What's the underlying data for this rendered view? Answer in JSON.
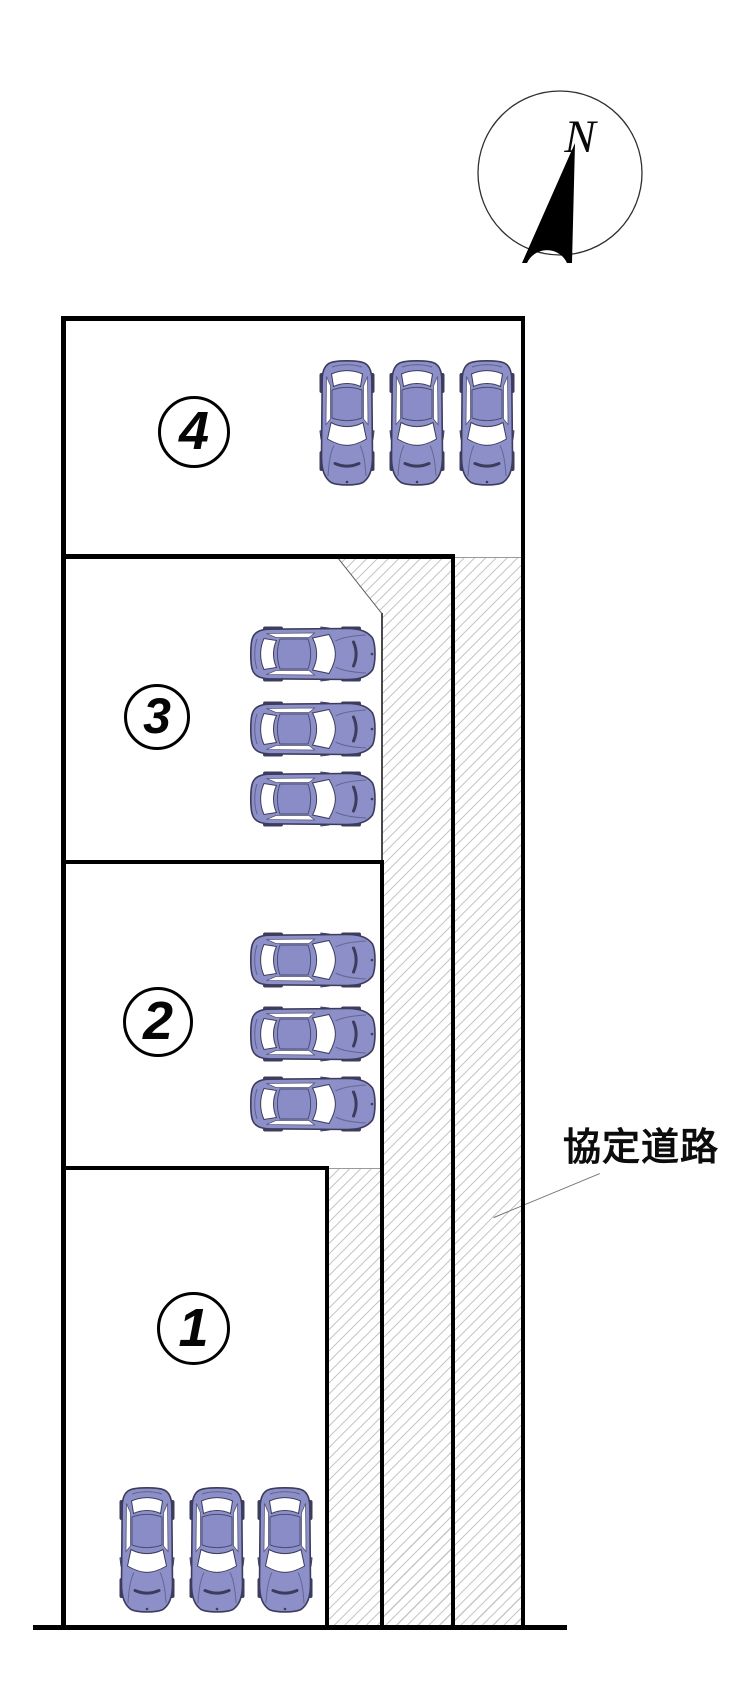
{
  "compass": {
    "label": "N"
  },
  "road": {
    "label": "協定道路"
  },
  "lots": [
    {
      "id": "lot-4",
      "label": "4",
      "cars": 3,
      "orientation": "down"
    },
    {
      "id": "lot-3",
      "label": "3",
      "cars": 3,
      "orientation": "right"
    },
    {
      "id": "lot-2",
      "label": "2",
      "cars": 3,
      "orientation": "right"
    },
    {
      "id": "lot-1",
      "label": "1",
      "cars": 3,
      "orientation": "down"
    }
  ],
  "colors": {
    "car_body": "#8d90c8",
    "car_outline": "#3c3c5c",
    "plan_line": "#000000",
    "hatch_stripe": "#c4c4c4"
  }
}
